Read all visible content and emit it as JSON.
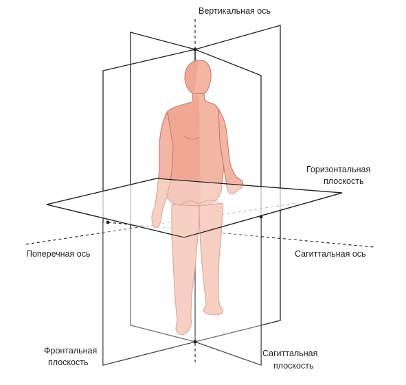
{
  "labels": {
    "vertical_axis": "Вертикальная ось",
    "horizontal_plane_line1": "Горизонтальная",
    "horizontal_plane_line2": "плоскость",
    "transverse_axis": "Поперечная ось",
    "sagittal_axis": "Сагиттальная ось",
    "frontal_plane_line1": "Фронтальная",
    "frontal_plane_line2": "плоскость",
    "sagittal_plane_line1": "Сагиттальная",
    "sagittal_plane_line2": "плоскость"
  },
  "colors": {
    "body_fill": "#f4b6a4",
    "body_stroke": "#c97c6e",
    "shade_fill": "#ec9d88",
    "lines": "#222222"
  }
}
